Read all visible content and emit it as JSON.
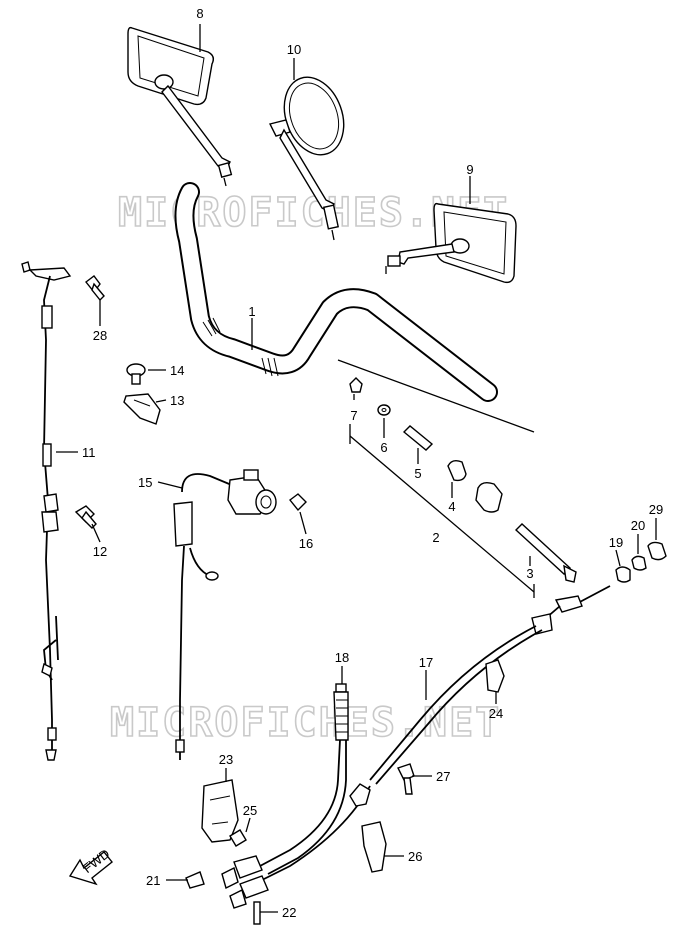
{
  "watermark": "MICROFICHES.NET",
  "fwd_label": "FWD",
  "callouts": [
    "1",
    "2",
    "3",
    "4",
    "5",
    "6",
    "7",
    "8",
    "9",
    "10",
    "11",
    "12",
    "13",
    "14",
    "15",
    "16",
    "17",
    "18",
    "19",
    "20",
    "21",
    "22",
    "23",
    "24",
    "25",
    "26",
    "27",
    "28",
    "29"
  ]
}
